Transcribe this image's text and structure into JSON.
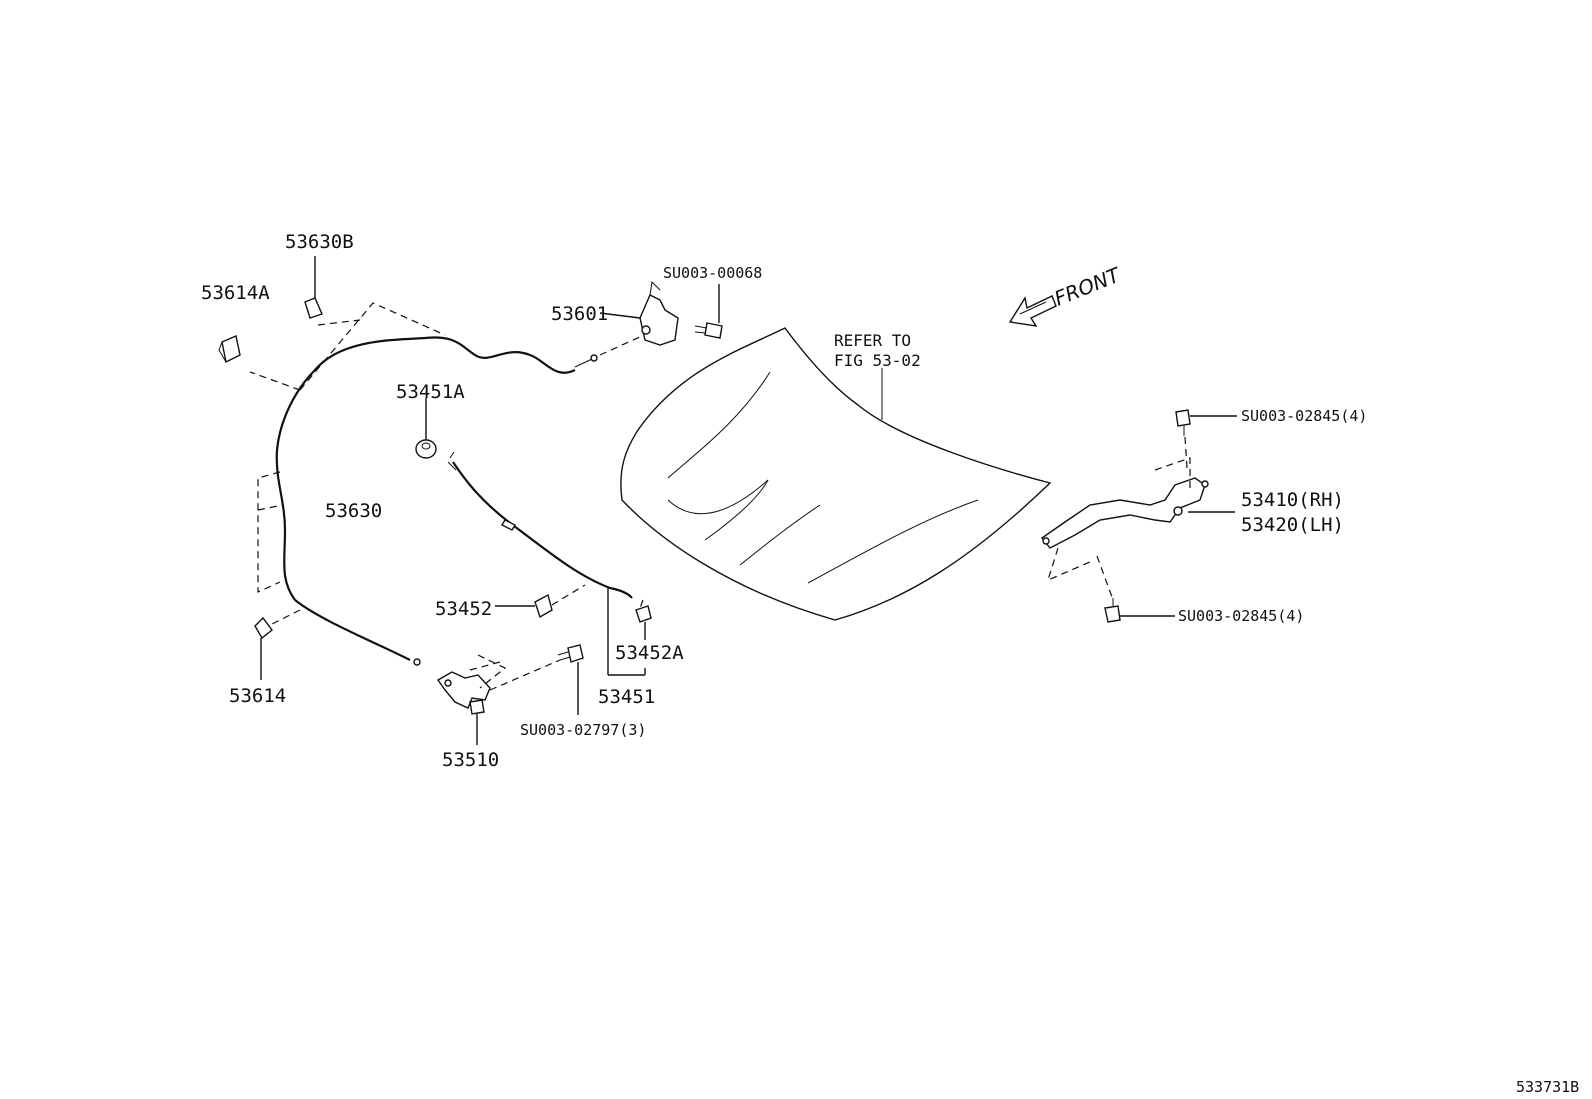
{
  "labels": {
    "p53630B": "53630B",
    "p53614A": "53614A",
    "p53601": "53601",
    "su00068": "SU003-00068",
    "p53451A": "53451A",
    "p53630": "53630",
    "p53452": "53452",
    "p53452A": "53452A",
    "p53451": "53451",
    "p53614": "53614",
    "p53510": "53510",
    "su02797": "SU003-02797(3)",
    "refer1": "REFER TO",
    "refer2": "FIG 53-02",
    "front": "FRONT",
    "su02845a": "SU003-02845(4)",
    "p53410": "53410(RH)",
    "p53420": "53420(LH)",
    "su02845b": "SU003-02845(4)",
    "diagram_id": "533731B"
  }
}
